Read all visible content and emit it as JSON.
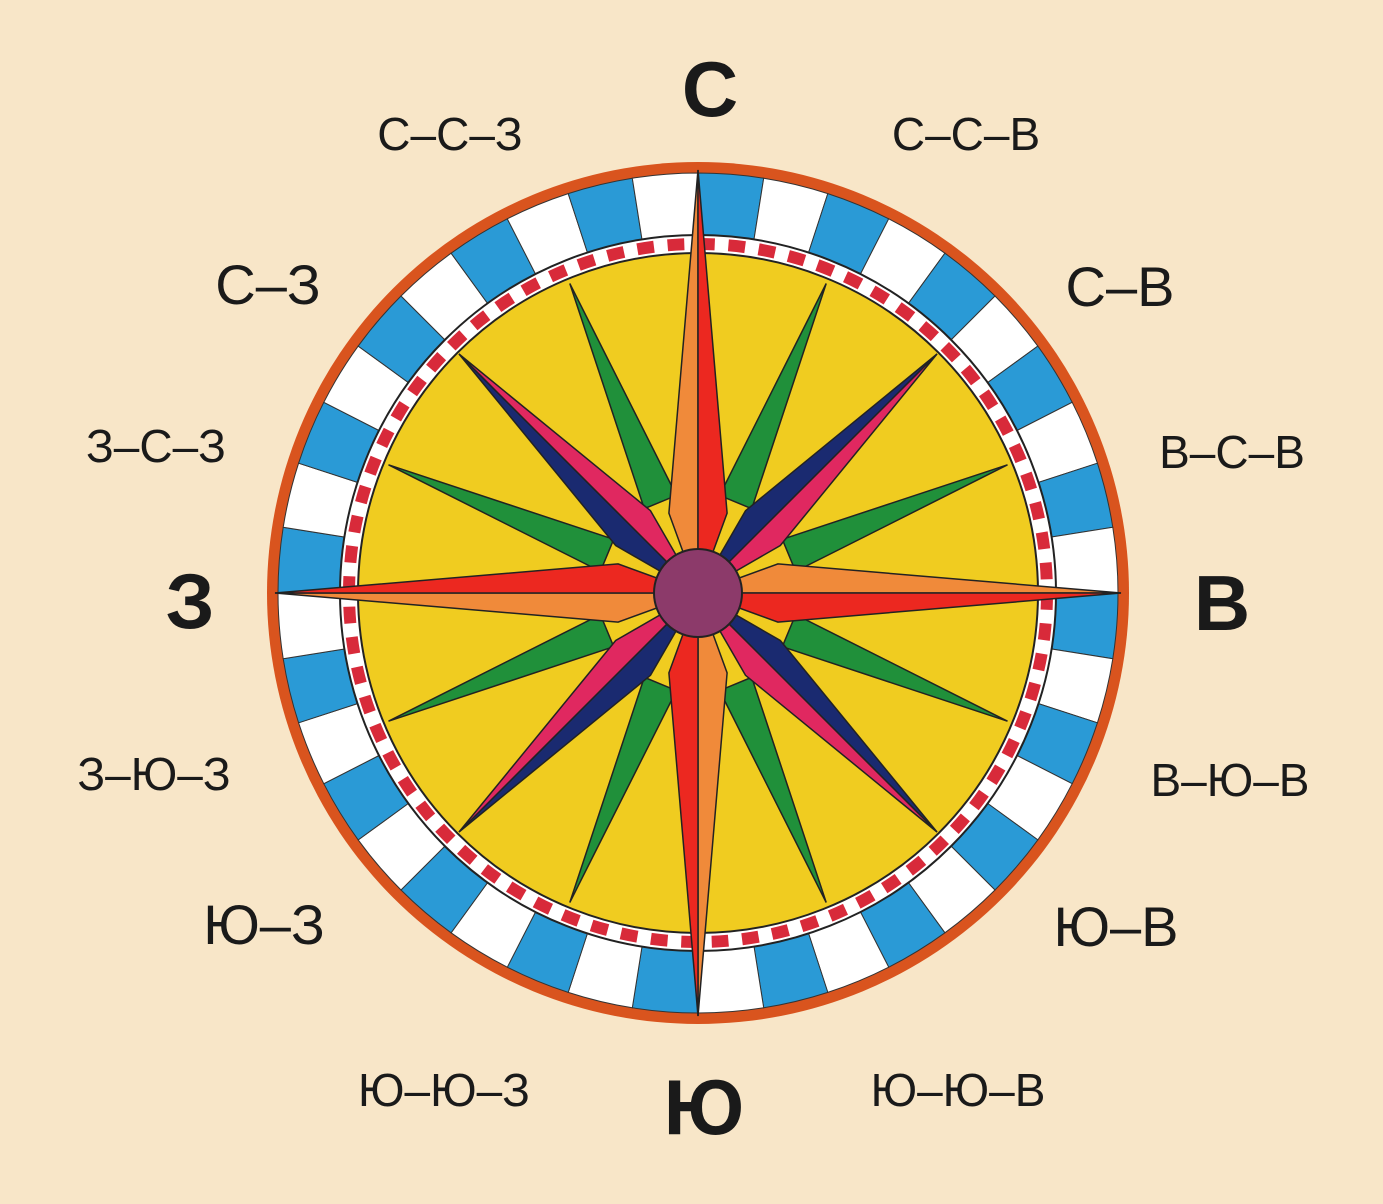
{
  "colors": {
    "background": "#f8e6c8",
    "outer_ring": "#d9541e",
    "tile_blue": "#2a9ad6",
    "tile_white": "#ffffff",
    "dash_red": "#d82a3a",
    "dial_fill": "#f0cc20",
    "star_main_red": "#ec2820",
    "star_main_orange": "#f08a3a",
    "star_diag_pink": "#e02860",
    "star_diag_navy": "#1a2a70",
    "star_minor_green": "#20903a",
    "center_hub": "#8c3a6a"
  },
  "directions": {
    "north": "С",
    "south": "Ю",
    "west": "З",
    "east": "В",
    "northwest": "С–З",
    "northeast": "С–В",
    "southwest": "Ю–З",
    "southeast": "Ю–В",
    "north_northwest": "С–С–З",
    "north_northeast": "С–С–В",
    "west_northwest": "З–С–З",
    "east_northeast": "В–С–В",
    "west_southwest": "З–Ю–З",
    "east_southeast": "В–Ю–В",
    "south_southwest": "Ю–Ю–З",
    "south_southeast": "Ю–Ю–В"
  }
}
